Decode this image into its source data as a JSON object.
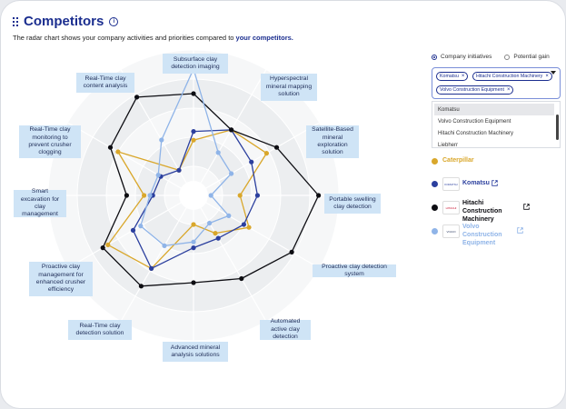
{
  "header": {
    "title": "Competitors",
    "description_prefix": "The radar chart shows your company activities and priorities compared to ",
    "description_link": "your competitors."
  },
  "view_mode": {
    "options": [
      "Company initiatives",
      "Potential gain"
    ],
    "selected": "Company initiatives"
  },
  "selector": {
    "chips": [
      "Komatsu",
      "Hitachi Construction Machinery",
      "Volvo Construction Equipment"
    ],
    "chip_close": "×",
    "options": [
      "Komatsu",
      "Volvo Construction Equipment",
      "Hitachi Construction Machinery",
      "Liebherr"
    ],
    "highlighted": "Komatsu"
  },
  "legend": [
    {
      "name": "Caterpillar",
      "color": "#d9a72b",
      "logo_text": ""
    },
    {
      "name": "Komatsu",
      "color": "#2b3f9e",
      "logo_text": "KOMATSU"
    },
    {
      "name": "Hitachi Construction Machinery",
      "color": "#0d0d12",
      "logo_text": "HITACHI"
    },
    {
      "name": "Volvo Construction Equipment",
      "color": "#8fb4e8",
      "logo_text": "VOLVO"
    }
  ],
  "chart_data": {
    "type": "radar",
    "axes": [
      "Subsurface clay detection imaging",
      "Hyperspectral mineral mapping solution",
      "Satellite-Based mineral exploration solution",
      "Portable swelling clay detection",
      "Proactive clay detection system",
      "Automated active clay detection",
      "Advanced mineral analysis solutions",
      "Real-Time clay detection solution",
      "Proactive clay management for enhanced crusher efficiency",
      "Smart excavation for clay management",
      "Real-Time clay monitoring to prevent crusher clogging",
      "Real-Time clay content analysis"
    ],
    "rmax": 1,
    "rings": 4,
    "series": [
      {
        "name": "Caterpillar",
        "color": "#d9a72b",
        "values": [
          0.38,
          0.52,
          0.58,
          0.32,
          0.44,
          0.3,
          0.2,
          0.58,
          0.68,
          0.34,
          0.6,
          0.2
        ]
      },
      {
        "name": "Komatsu",
        "color": "#2b3f9e",
        "values": [
          0.44,
          0.52,
          0.46,
          0.44,
          0.4,
          0.34,
          0.36,
          0.58,
          0.48,
          0.28,
          0.26,
          0.2
        ]
      },
      {
        "name": "Hitachi Construction Machinery",
        "color": "#0d0d12",
        "values": [
          0.7,
          0.52,
          0.66,
          0.86,
          0.78,
          0.66,
          0.6,
          0.72,
          0.72,
          0.46,
          0.66,
          0.78
        ]
      },
      {
        "name": "Volvo Construction Equipment",
        "color": "#8fb4e8",
        "values": [
          0.87,
          0.34,
          0.3,
          0.12,
          0.28,
          0.22,
          0.32,
          0.4,
          0.42,
          0.3,
          0.28,
          0.44
        ]
      }
    ]
  }
}
